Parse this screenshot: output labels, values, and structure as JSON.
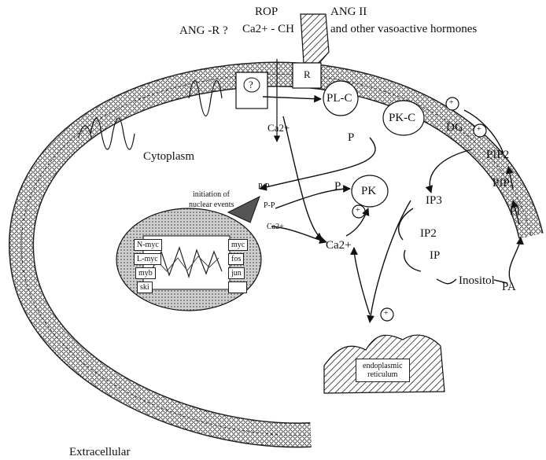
{
  "header": {
    "rop": "ROP",
    "ca_ch": "Ca2+ - CH",
    "ang_r": "ANG -R ?",
    "ang_ii": "ANG II",
    "vasoactive": "and other vasoactive hormones"
  },
  "membrane": {
    "receptor": "R",
    "question": "?"
  },
  "enzymes": {
    "plc": "PL-C",
    "pkc": "PK-C",
    "pk": "PK",
    "plus": "+"
  },
  "lipids": {
    "dg": "DG",
    "pip2": "PIP2",
    "pip": "PIP",
    "pi": "PI",
    "ip3": "IP3",
    "ip2": "IP2",
    "ip": "IP",
    "inositol": "Inositol",
    "pa": "PA"
  },
  "ions": {
    "ca": "Ca2+",
    "ca_upper": "Ca2+",
    "ca_nucleus": "Ca2+",
    "p": "P",
    "pp": "P-P"
  },
  "regions": {
    "cytoplasm": "Cytoplasm",
    "extracellular": "Extracellular"
  },
  "nucleus": {
    "initiation_line1": "initiation of",
    "initiation_line2": "nuclear events",
    "genes_left": [
      "N-myc",
      "L-myc",
      "myb",
      "ski"
    ],
    "genes_right": [
      "myc",
      "fos",
      "jun",
      ""
    ]
  },
  "er": {
    "line1": "endoplasmic",
    "line2": "reticulum"
  }
}
